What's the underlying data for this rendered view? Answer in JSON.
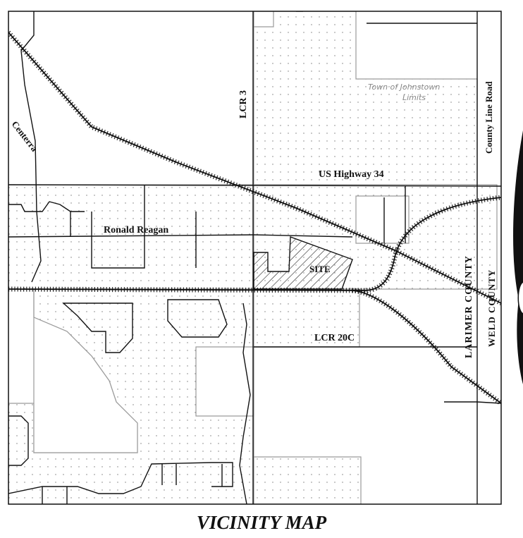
{
  "map": {
    "title": "VICINITY MAP",
    "labels": {
      "lcr3": "LCR 3",
      "county_line_road": "County Line Road",
      "us_highway_34": "US Highway 34",
      "centerra": "Centerra",
      "ronald_reagan": "Ronald Reagan",
      "site": "SITE",
      "lcr_20c": "LCR 20C",
      "larimer_county": "LARIMER COUNTY",
      "weld_county": "WELD COUNTY",
      "town_line1": "Town of Johnstown",
      "town_line2": "Limits"
    },
    "colors": {
      "road": "#111111",
      "boundary": "#9a9a9a",
      "dots": "#777777",
      "hatch": "#222222"
    }
  }
}
